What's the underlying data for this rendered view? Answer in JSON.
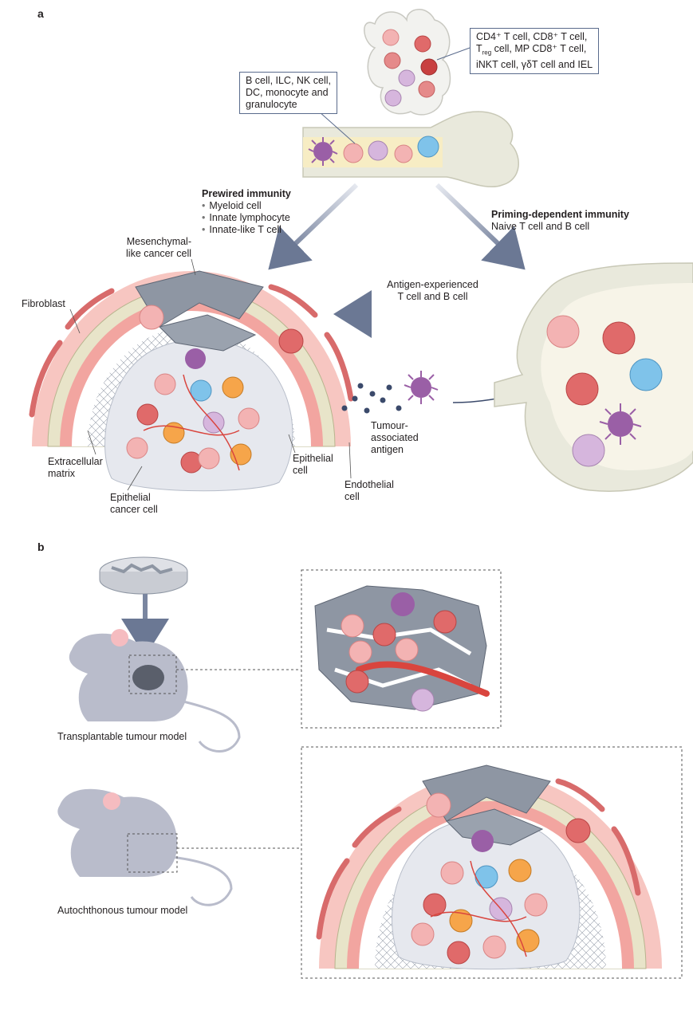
{
  "panel_a": {
    "label": "a",
    "t_box": {
      "line1": "CD4⁺ T cell, CD8⁺ T cell,",
      "line2_pre": "T",
      "line2_sub": "reg",
      "line2_post": " cell, MP CD8⁺ T cell,",
      "line3": "iNKT cell, γδT cell and IEL"
    },
    "b_box": [
      "B cell, ILC, NK cell,",
      "DC, monocyte and",
      "granulocyte"
    ],
    "prewired": {
      "title": "Prewired immunity",
      "items": [
        "Myeloid cell",
        "Innate lymphocyte",
        "Innate-like T cell"
      ]
    },
    "priming": {
      "title": "Priming-dependent immunity",
      "subtitle": "Naive T cell and B cell"
    },
    "antigen_exp": [
      "Antigen-experienced",
      "T cell and B cell"
    ],
    "labels": {
      "mesenchymal": [
        "Mesenchymal-",
        "like cancer cell"
      ],
      "fibroblast": "Fibroblast",
      "ecm": [
        "Extracellular",
        "matrix"
      ],
      "epithelial_cancer": [
        "Epithelial",
        "cancer cell"
      ],
      "epithelial": [
        "Epithelial",
        "cell"
      ],
      "endothelial": [
        "Endothelial",
        "cell"
      ],
      "tumour_antigen": [
        "Tumour-",
        "associated",
        "antigen"
      ]
    }
  },
  "panel_b": {
    "label": "b",
    "transplantable": "Transplantable tumour model",
    "autochthonous": "Autochthonous tumour model"
  },
  "colors": {
    "bone": "#e9e9dc",
    "marrow": "#f7edc4",
    "arrow": "#6b7894",
    "pink_cell": "#f3b3b3",
    "red_cell": "#e06a6a",
    "purple_cell": "#d6b6dd",
    "blue_cell": "#7fc3ea",
    "orange_cell": "#f6a54a",
    "myeloid": "#9a5fa6",
    "stroma": "#8e96a3",
    "vessel": "#d9453e",
    "mouse": "#b9bccb"
  }
}
